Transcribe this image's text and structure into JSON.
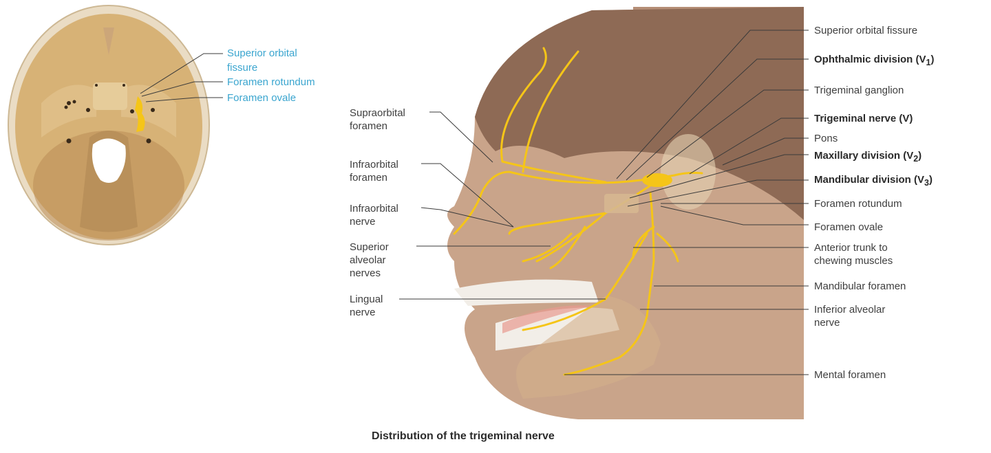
{
  "figure": {
    "caption": "Distribution of the trigeminal nerve",
    "colors": {
      "bone": "#d9b67c",
      "bone_dark": "#a67a45",
      "skin": "#caa68a",
      "hair": "#8e6a55",
      "nerve": "#f5c518",
      "skull_label": "#3aa5cf",
      "label_text": "#3e3e3e",
      "leader_line": "#3a3a3a"
    }
  },
  "skull_inset": {
    "labels": [
      {
        "text": "Superior orbital",
        "line2": "fissure"
      },
      {
        "text": "Foramen rotundum"
      },
      {
        "text": "Foramen ovale"
      }
    ]
  },
  "left_labels": [
    {
      "line1": "Supraorbital",
      "line2": "foramen"
    },
    {
      "line1": "Infraorbital",
      "line2": "foramen"
    },
    {
      "line1": "Infraorbital",
      "line2": "nerve"
    },
    {
      "line1": "Superior",
      "line2": "alveolar",
      "line3": "nerves"
    },
    {
      "line1": "Lingual",
      "line2": "nerve"
    }
  ],
  "right_labels": [
    {
      "text": "Superior orbital fissure",
      "bold": false
    },
    {
      "text": "Ophthalmic division (V",
      "sub": "1",
      "close": ")",
      "bold": true
    },
    {
      "text": "Trigeminal  ganglion",
      "bold": false
    },
    {
      "text": "Trigeminal nerve (V)",
      "bold": true
    },
    {
      "text": "Pons",
      "bold": false
    },
    {
      "text": "Maxillary division (V",
      "sub": "2",
      "close": ")",
      "bold": true
    },
    {
      "text": "Mandibular division (V",
      "sub": "3",
      "close": ")",
      "bold": true
    },
    {
      "text": "Foramen rotundum",
      "bold": false
    },
    {
      "text": "Foramen ovale",
      "bold": false
    },
    {
      "text": "Anterior trunk to",
      "line2": "chewing muscles",
      "bold": false
    },
    {
      "text": "Mandibular foramen",
      "bold": false
    },
    {
      "text": "Inferior alveolar",
      "line2": "nerve",
      "bold": false
    },
    {
      "text": "Mental foramen",
      "bold": false
    }
  ]
}
